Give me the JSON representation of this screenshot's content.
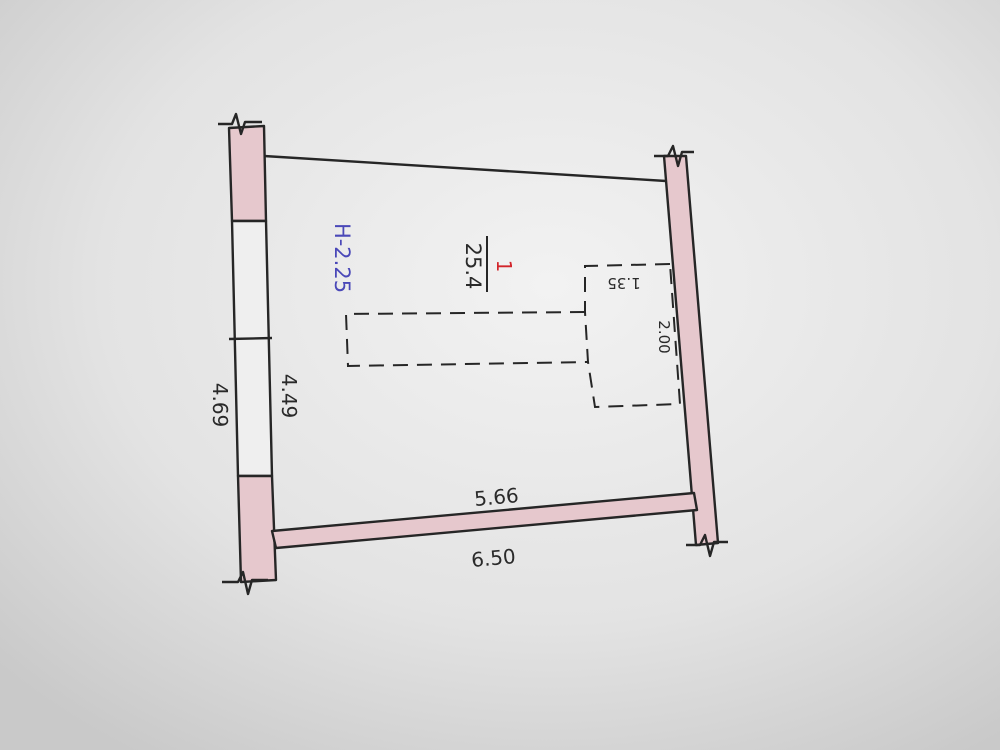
{
  "plan": {
    "room_number": "1",
    "room_area": "25.4",
    "height_label": "H-2.25",
    "dimensions": {
      "inner_left": "4.49",
      "outer_left": "4.69",
      "inner_bottom": "5.66",
      "outer_bottom": "6.50",
      "niche_width": "1.35",
      "niche_length": "2.00"
    }
  },
  "colors": {
    "paper": "#ececec",
    "wall_fill": "#e6c8cd",
    "line": "#262626",
    "height_text": "#4a48b8",
    "room_number": "#d2242a"
  }
}
